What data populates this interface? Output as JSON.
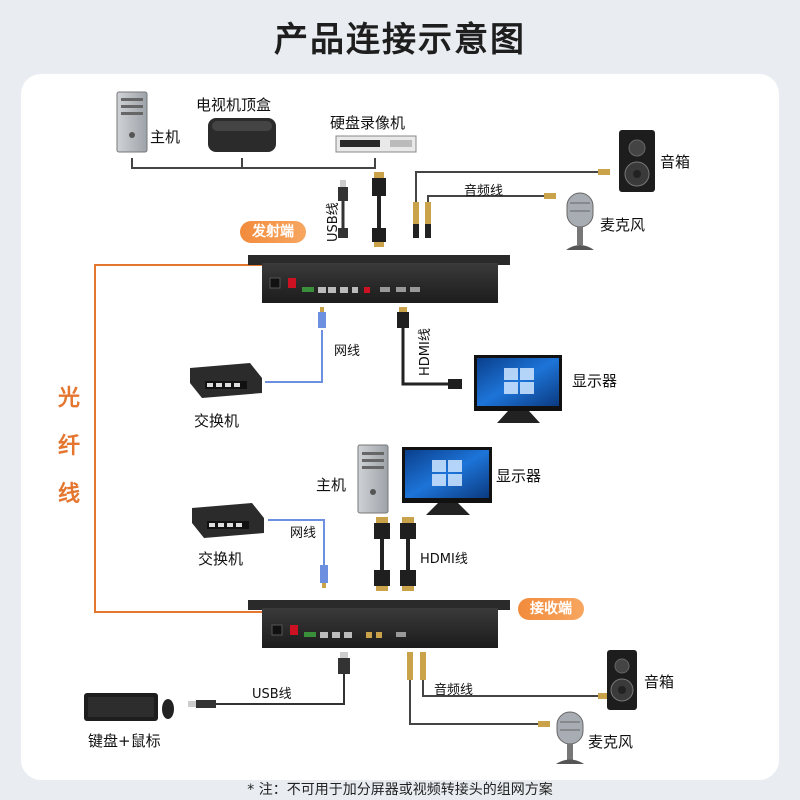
{
  "title": "产品连接示意图",
  "transmitter": {
    "badge": "发射端",
    "devices": {
      "host": "主机",
      "settop": "电视机顶盒",
      "nvr": "硬盘录像机",
      "speaker": "音箱",
      "mic": "麦克风",
      "switch": "交换机",
      "monitor": "显示器"
    },
    "cables": {
      "usb": "USB线",
      "audio": "音频线",
      "network": "网线",
      "hdmi": "HDMI线"
    }
  },
  "fiber": [
    "光",
    "纤",
    "线"
  ],
  "receiver": {
    "badge": "接收端",
    "devices": {
      "host": "主机",
      "monitor": "显示器",
      "switch": "交换机",
      "keyboard_mouse": "键盘+鼠标",
      "speaker": "音箱",
      "mic": "麦克风"
    },
    "cables": {
      "network": "网线",
      "hdmi": "HDMI线",
      "usb": "USB线",
      "audio": "音频线"
    }
  },
  "footnote": "* 注：不可用于加分屏器或视频转接头的组网方案",
  "colors": {
    "accent": "#f28b3c",
    "fiber": "#e4762f",
    "network_cable": "#6d8fe0"
  }
}
